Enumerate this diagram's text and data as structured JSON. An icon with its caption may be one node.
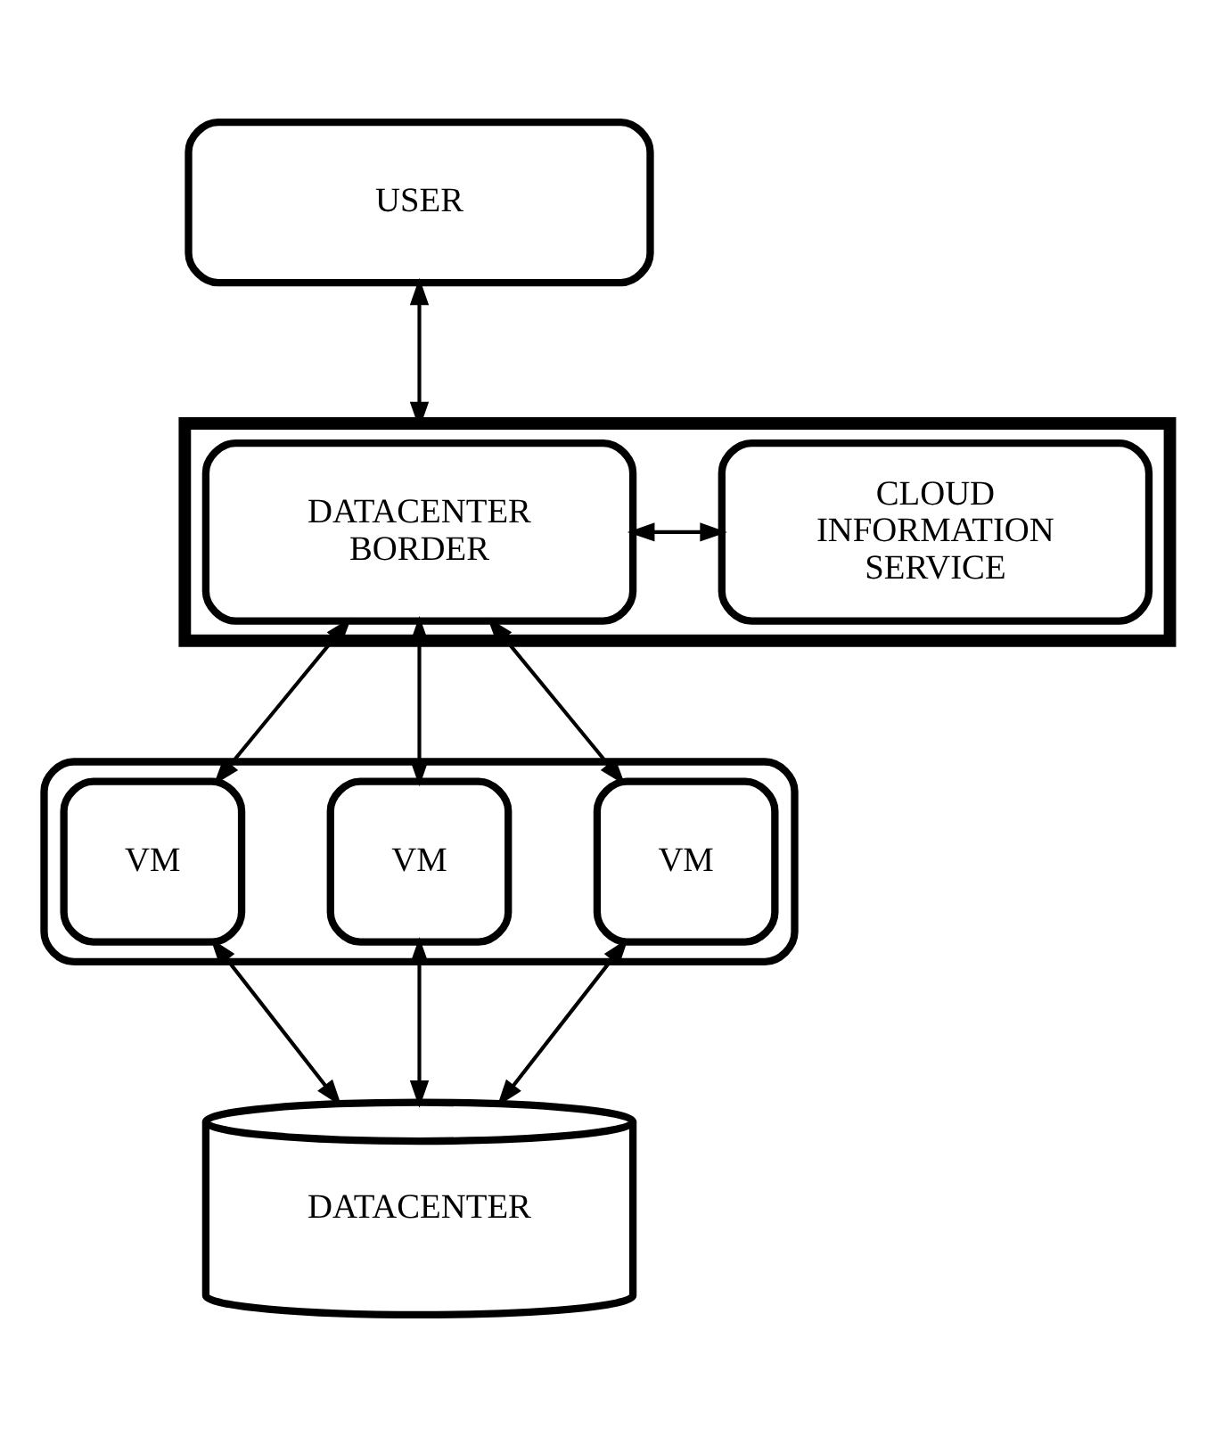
{
  "diagram": {
    "nodes": [
      {
        "text": [
          "USER"
        ]
      },
      {
        "text": [],
        "shape": "box"
      },
      {
        "text": [
          "DATACENTER BORDER"
        ],
        "in": 1
      },
      {
        "text": [
          "CLOUD INFORMATION SERVICE"
        ],
        "in": 1
      },
      {
        "text": [],
        "shape": "box"
      },
      {
        "text": [
          "VM"
        ],
        "in": 4
      },
      {
        "text": [
          "VM"
        ],
        "in": 4
      },
      {
        "text": [
          "VM"
        ],
        "in": 4
      },
      {
        "text": [
          "DATACENTER"
        ]
      }
    ],
    "edges": [
      {
        "from": 0,
        "to": 1,
        "arrow": "both"
      },
      {
        "from": 2,
        "to": 3,
        "arrow": "both"
      },
      {
        "from": 2,
        "to": 5,
        "arrow": "both"
      },
      {
        "from": 2,
        "to": 6,
        "arrow": "both"
      },
      {
        "from": 2,
        "to": 7,
        "arrow": "both"
      },
      {
        "from": 5,
        "to": 8,
        "arrow": "both"
      },
      {
        "from": 6,
        "to": 8,
        "arrow": "both"
      },
      {
        "from": 7,
        "to": 8,
        "arrow": "both"
      }
    ]
  }
}
